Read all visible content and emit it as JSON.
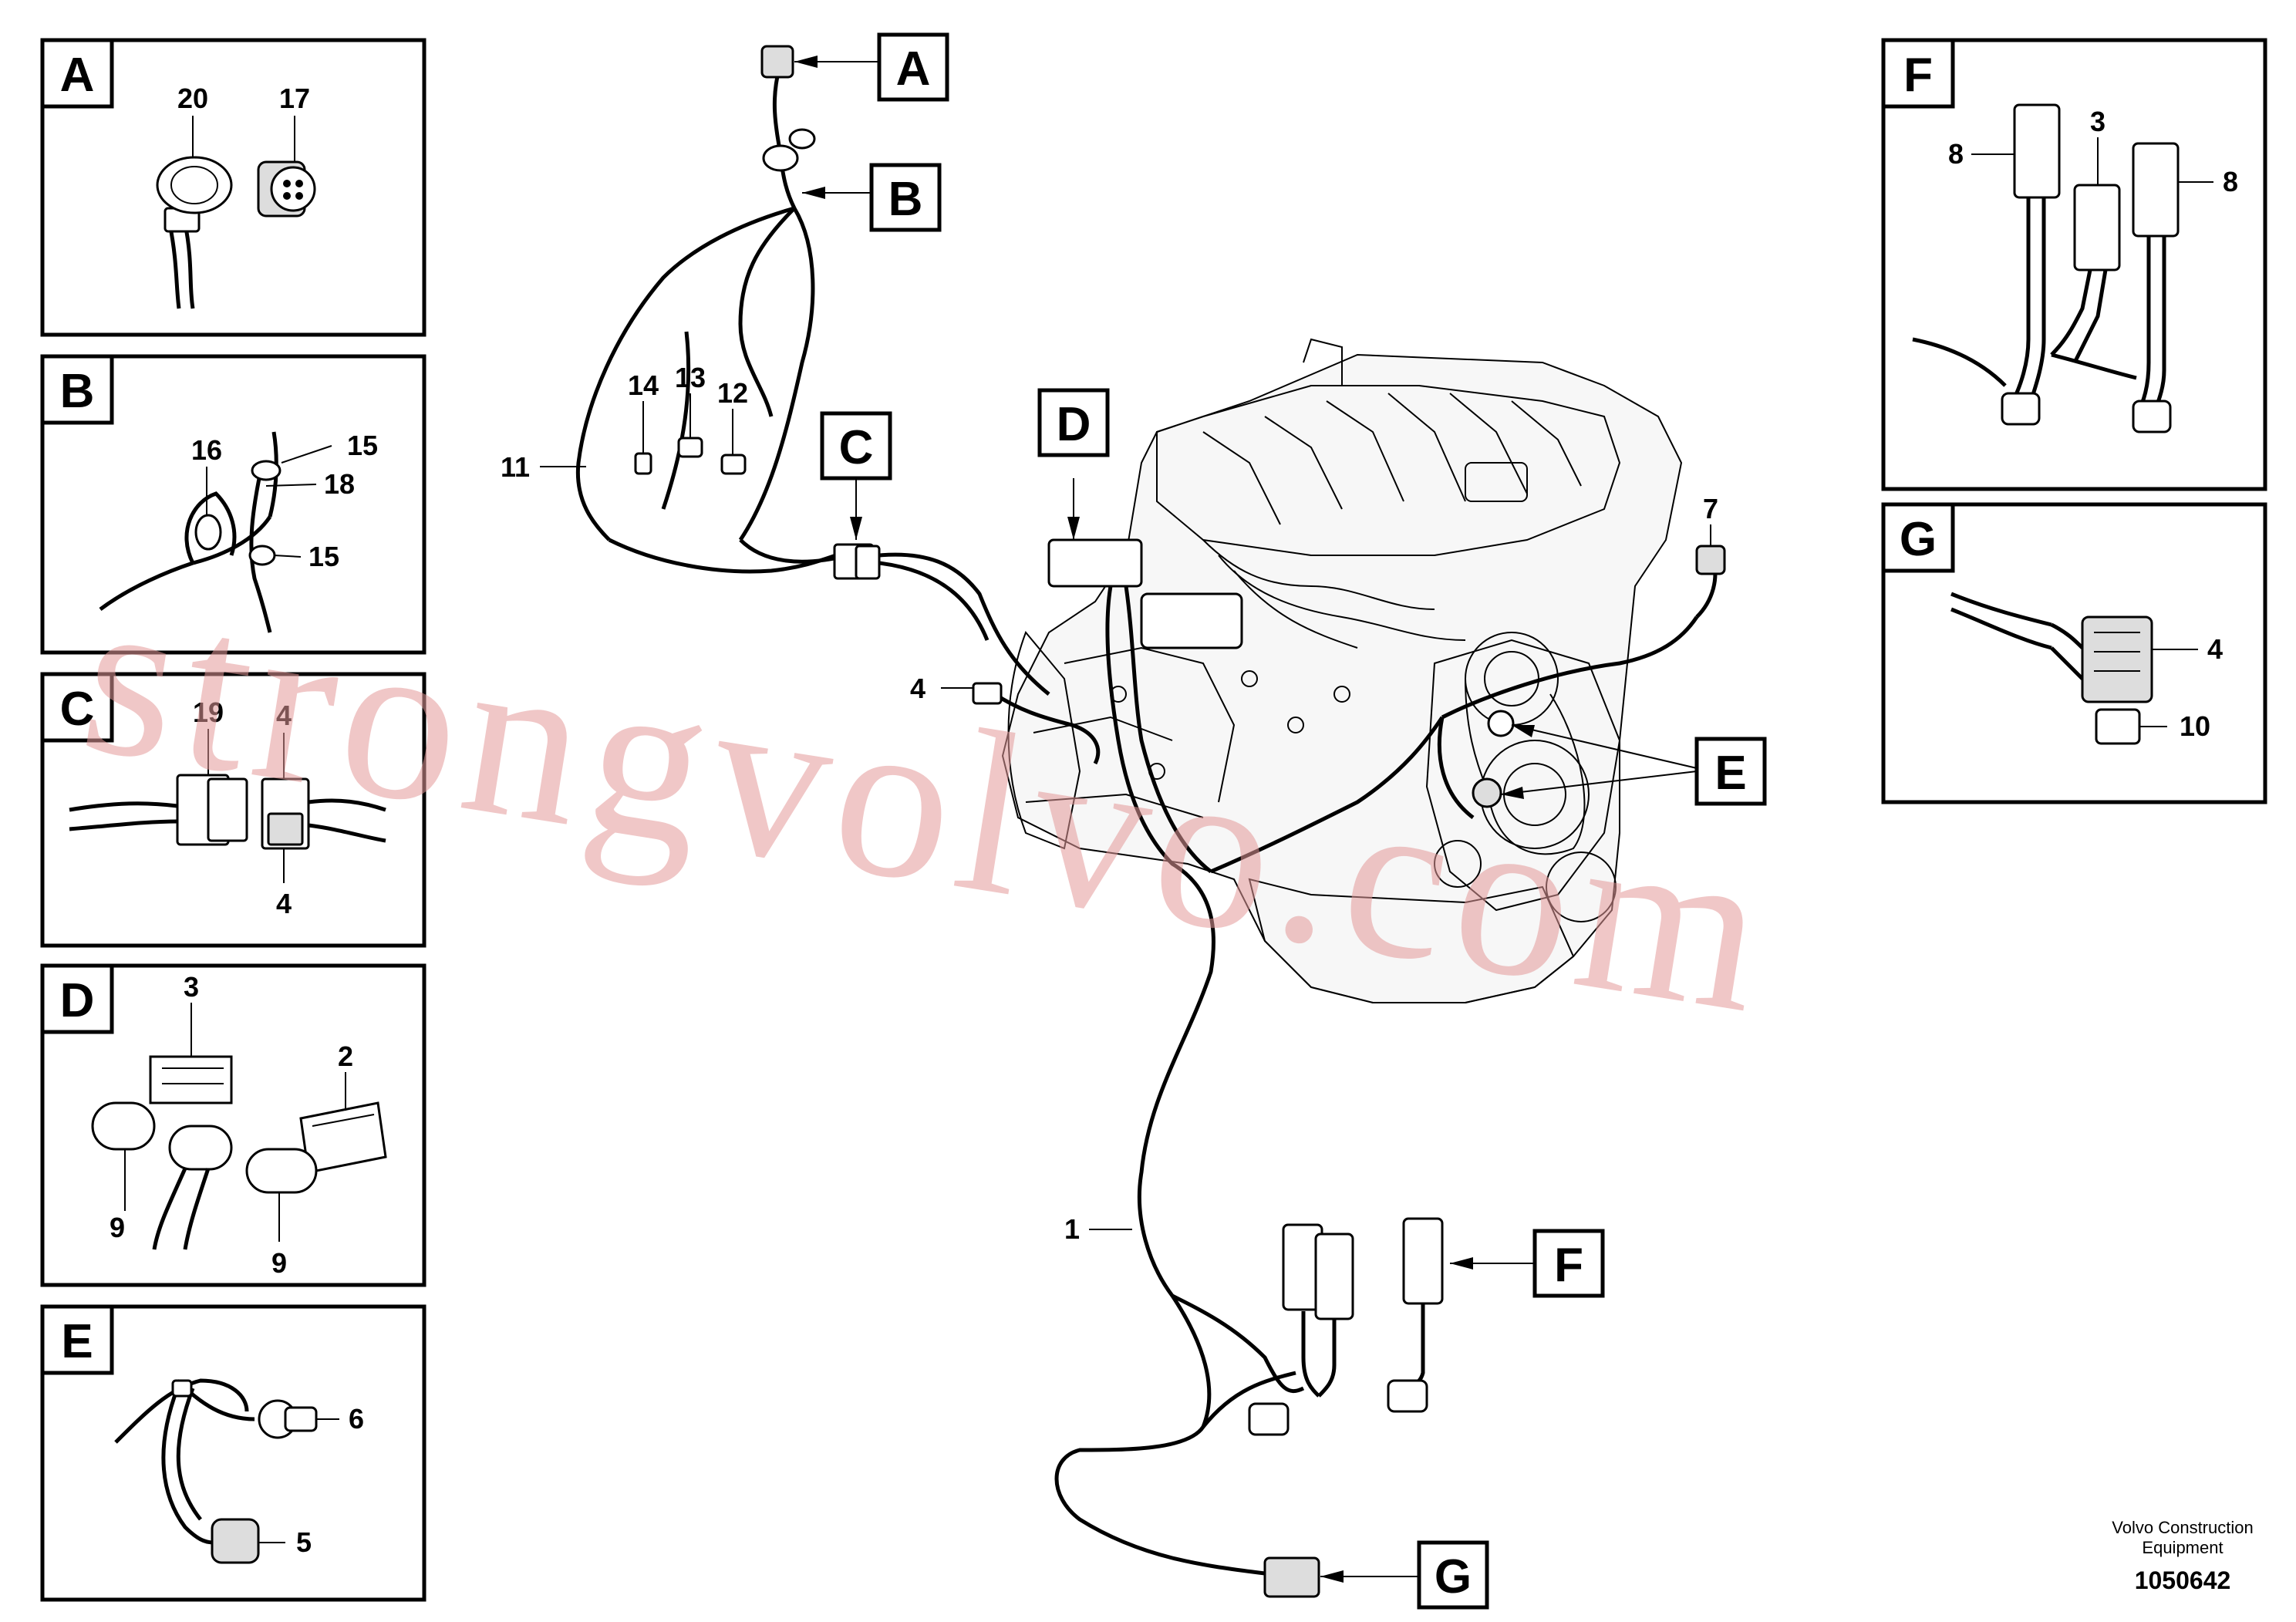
{
  "detail_panels": {
    "A": {
      "letter": "A",
      "labels": [
        "20",
        "17"
      ]
    },
    "B": {
      "letter": "B",
      "labels": [
        "16",
        "15",
        "18",
        "15"
      ]
    },
    "C": {
      "letter": "C",
      "labels": [
        "19",
        "4",
        "4"
      ]
    },
    "D": {
      "letter": "D",
      "labels": [
        "3",
        "2",
        "9",
        "9"
      ]
    },
    "E": {
      "letter": "E",
      "labels": [
        "6",
        "5"
      ]
    },
    "F": {
      "letter": "F",
      "labels": [
        "8",
        "3",
        "8"
      ]
    },
    "G": {
      "letter": "G",
      "labels": [
        "4",
        "10"
      ]
    }
  },
  "main_callouts": {
    "A": "A",
    "B": "B",
    "C": "C",
    "D": "D",
    "E": "E",
    "F": "F",
    "G": "G"
  },
  "main_labels": {
    "n11": "11",
    "n14": "14",
    "n13": "13",
    "n12": "12",
    "n4": "4",
    "n7": "7",
    "n1": "1"
  },
  "watermark": "strongvolvo.com",
  "brand_line1": "Volvo Construction",
  "brand_line2": "Equipment",
  "doc_number": "1050642"
}
